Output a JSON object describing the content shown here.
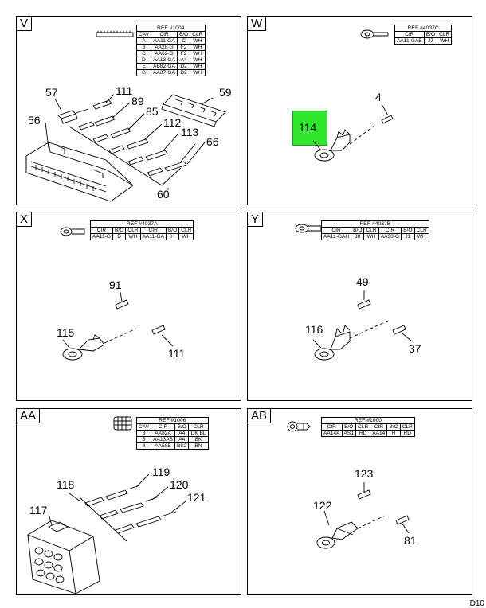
{
  "panels": {
    "V": {
      "letter": "V",
      "ref_title": "REF #1004",
      "headers": [
        "CAV",
        "CIR",
        "B/O",
        "CLR"
      ],
      "rows": [
        [
          "A",
          "AA11-GA",
          "C",
          "WH"
        ],
        [
          "B",
          "AA28-G",
          "F2",
          "WH"
        ],
        [
          "C",
          "AA62-G",
          "F2",
          "WH"
        ],
        [
          "D",
          "AA13-GA",
          "A4",
          "WH"
        ],
        [
          "E",
          "AB82-GA",
          "D2",
          "WH"
        ],
        [
          "G",
          "AA87-GA",
          "D2",
          "WH"
        ]
      ],
      "callouts": [
        "57",
        "111",
        "89",
        "59",
        "85",
        "56",
        "112",
        "113",
        "66",
        "60"
      ]
    },
    "W": {
      "letter": "W",
      "ref_title": "REF #4037C",
      "headers": [
        "CIR",
        "B/O",
        "CLR"
      ],
      "rows": [
        [
          "AA11-GAB",
          "J7",
          "WH"
        ]
      ],
      "callouts": [
        "4",
        "114"
      ],
      "highlight_color": "#2ee62e"
    },
    "X": {
      "letter": "X",
      "ref_title": "REF #4037A",
      "headers": [
        "CIR",
        "B/O",
        "CLR",
        "CIR",
        "B/O",
        "CLR"
      ],
      "rows": [
        [
          "AA11-G",
          "D",
          "WH",
          "AA11-GA",
          "H",
          "WH"
        ]
      ],
      "callouts": [
        "91",
        "115",
        "111"
      ]
    },
    "Y": {
      "letter": "Y",
      "ref_title": "REF #4037B",
      "headers": [
        "CIR",
        "B/O",
        "CLR",
        "CIR",
        "B/O",
        "CLR"
      ],
      "rows": [
        [
          "AA11-GAH",
          "J8",
          "WH",
          "AA98-G",
          "J1",
          "WH"
        ]
      ],
      "callouts": [
        "49",
        "116",
        "37"
      ]
    },
    "AA": {
      "letter": "AA",
      "ref_title": "REF #1006",
      "headers": [
        "CAV",
        "CIR",
        "B/O",
        "CLR"
      ],
      "rows": [
        [
          "3",
          "AA82A",
          "A4",
          "DK BL"
        ],
        [
          "5",
          "AA13AB",
          "A4",
          "BK"
        ],
        [
          "8",
          "AA58B",
          "BS2",
          "BN"
        ]
      ],
      "callouts": [
        "119",
        "118",
        "120",
        "121",
        "117"
      ]
    },
    "AB": {
      "letter": "AB",
      "ref_title": "REF #1000",
      "headers": [
        "CIR",
        "B/O",
        "CLR",
        "CIR",
        "B/O",
        "CLR"
      ],
      "rows": [
        [
          "AA14A",
          "AS1",
          "RD",
          "AA14",
          "H",
          "RD"
        ]
      ],
      "callouts": [
        "123",
        "122",
        "81"
      ]
    }
  },
  "page_number": "D10"
}
